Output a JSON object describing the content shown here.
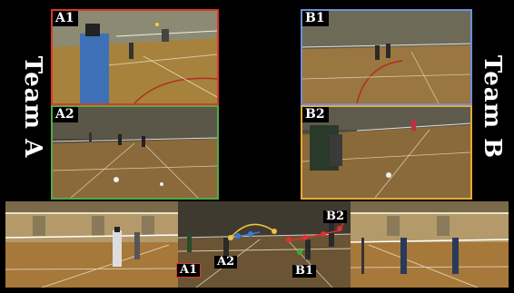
{
  "side_labels": {
    "team_a": "Team A",
    "team_b": "Team B"
  },
  "camera_views": {
    "a1": {
      "label": "A1",
      "border_color": "#d83a2a"
    },
    "a2": {
      "label": "A2",
      "border_color": "#56a848"
    },
    "b1": {
      "label": "B1",
      "border_color": "#6f8fd6"
    },
    "b2": {
      "label": "B2",
      "border_color": "#e8a83a"
    }
  },
  "overview": {
    "labels": {
      "a1": "A1",
      "a2": "A2",
      "b1": "B1",
      "b2": "B2"
    },
    "trajectory_colors": {
      "arc": "#f0c040",
      "team_a": "#3a7ad8",
      "team_b": "#e03030",
      "green": "#3aa838"
    }
  }
}
